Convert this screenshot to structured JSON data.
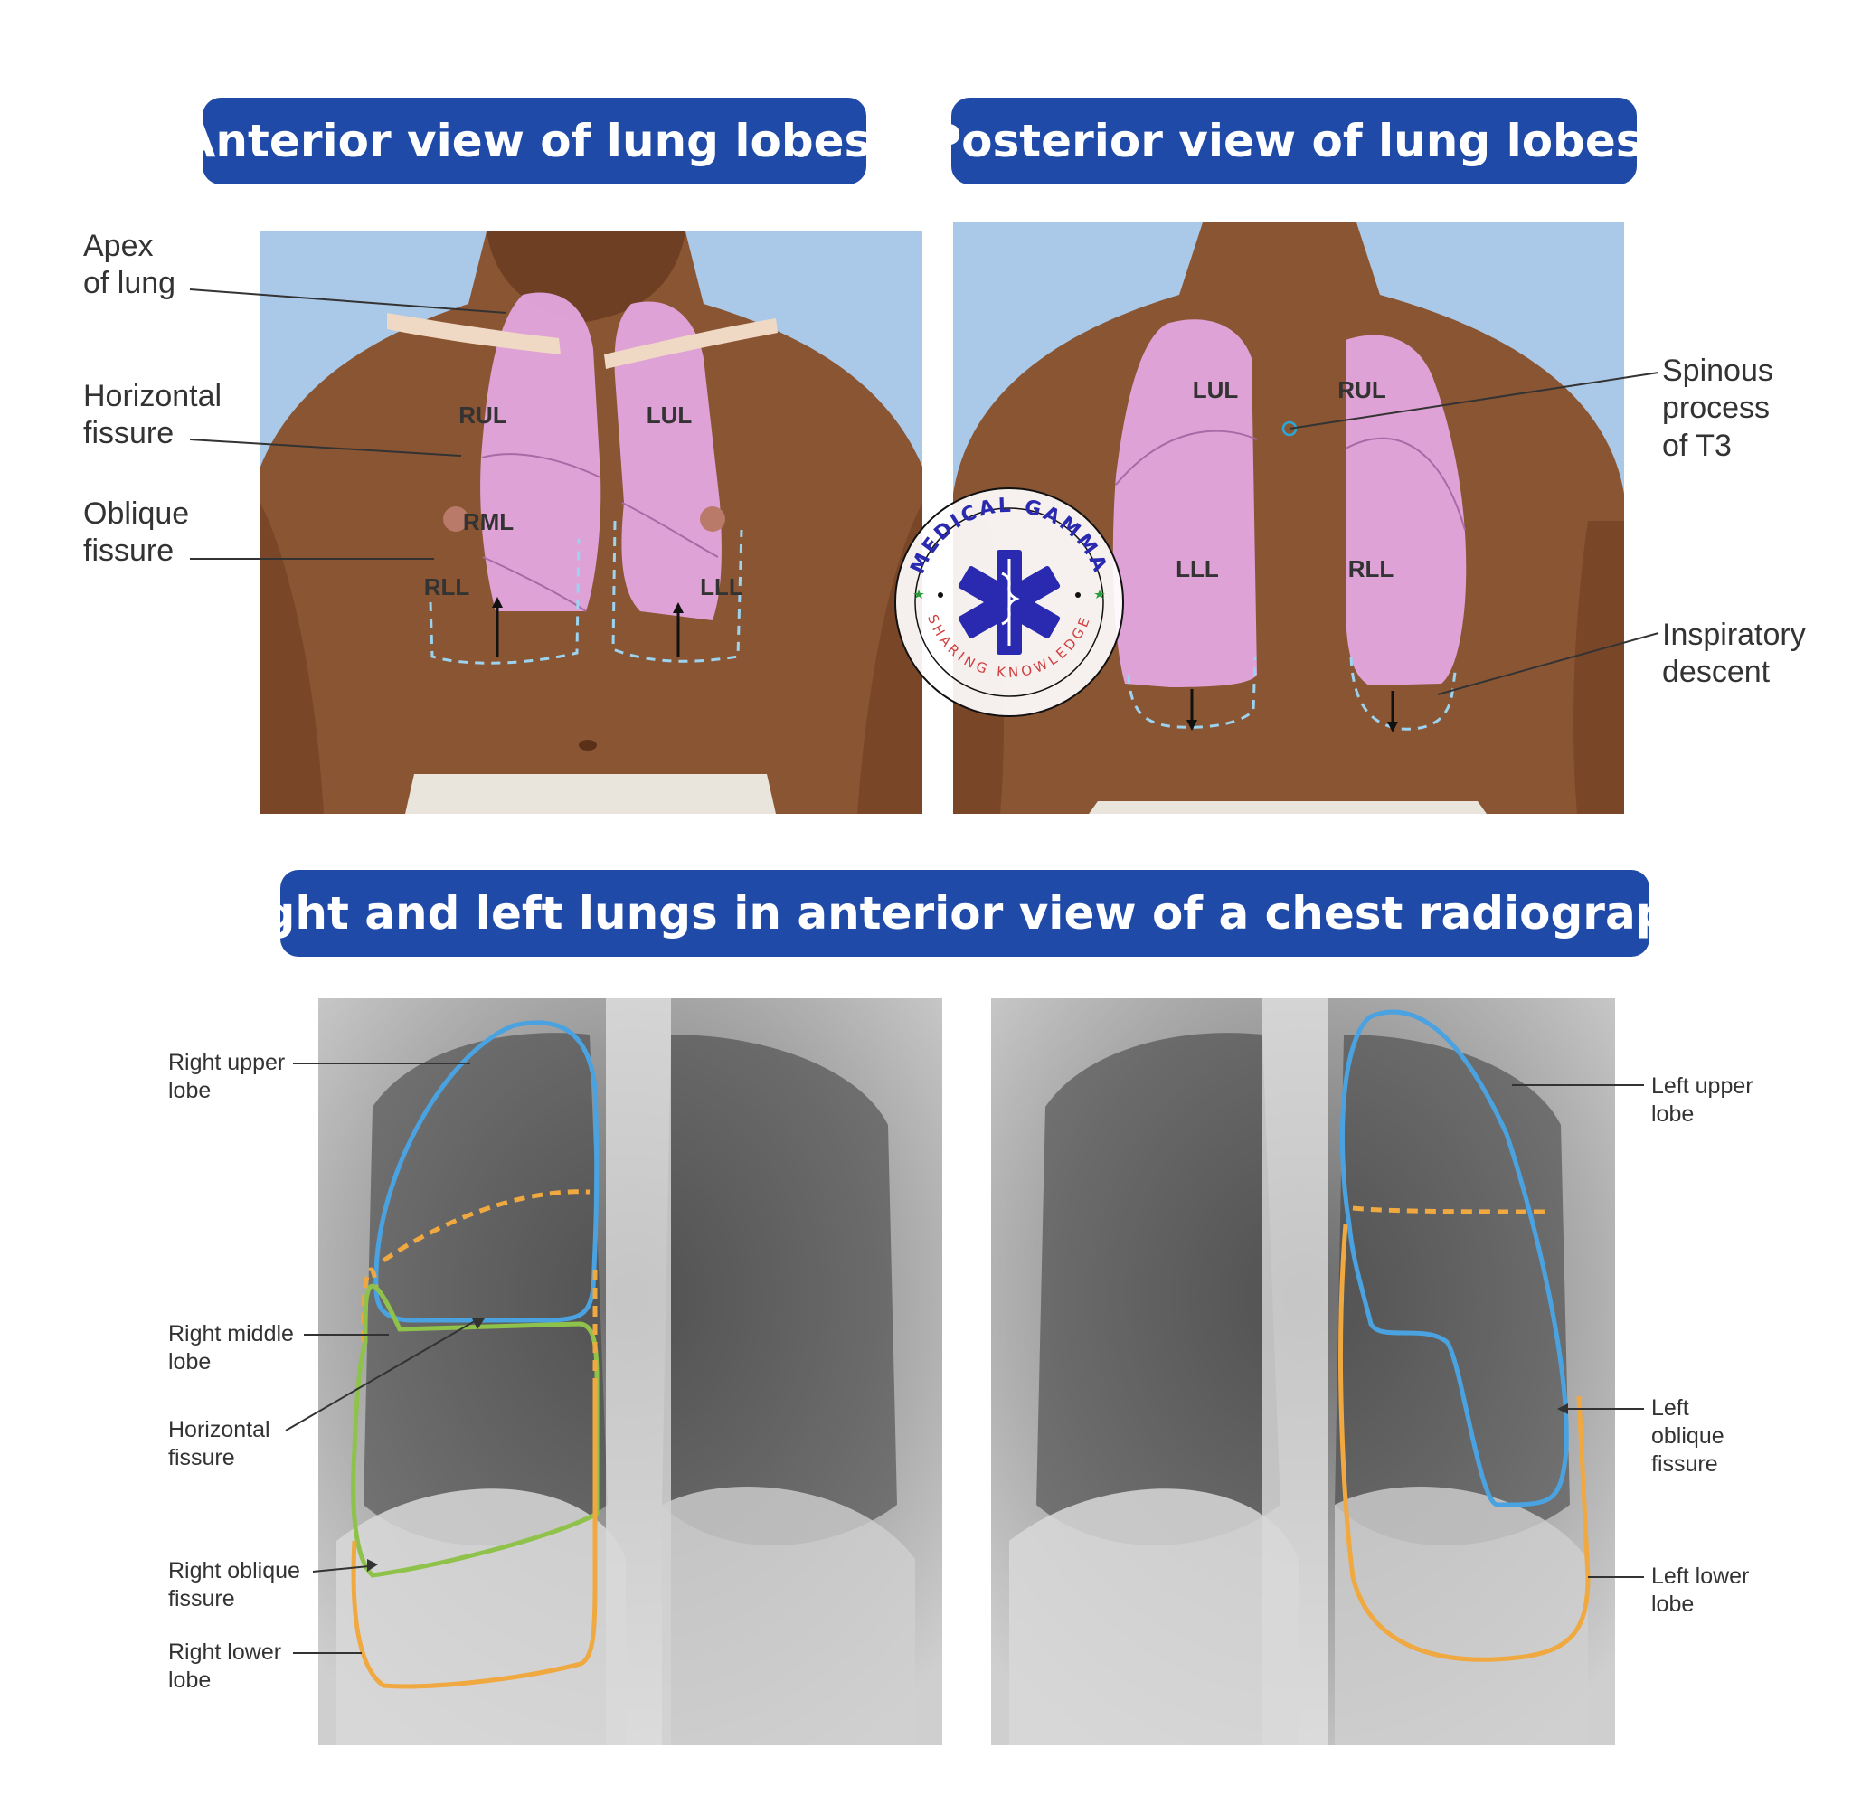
{
  "titles": {
    "anterior": "Anterior view of lung lobes.",
    "posterior": "Posterior view of lung lobes.",
    "radiograph": "Right and left lungs in anterior view of a chest radiograph."
  },
  "anterior": {
    "labels": {
      "apex": "Apex\nof lung",
      "horizontal": "Horizontal\nfissure",
      "oblique": "Oblique\nfissure"
    },
    "lobes": {
      "rul": "RUL",
      "lul": "LUL",
      "rml": "RML",
      "rll": "RLL",
      "lll": "LLL"
    }
  },
  "posterior": {
    "labels": {
      "spinous": "Spinous\nprocess\nof T3",
      "inspiratory": "Inspiratory\ndescent"
    },
    "lobes": {
      "lul": "LUL",
      "rul": "RUL",
      "lll": "LLL",
      "rll": "RLL"
    }
  },
  "radiograph": {
    "right_labels": {
      "rul": "Right upper\nlobe",
      "rml": "Right middle\nlobe",
      "hfissure": "Horizontal\nfissure",
      "roblique": "Right oblique\nfissure",
      "rll": "Right lower\nlobe"
    },
    "left_labels": {
      "lul": "Left upper\nlobe",
      "loblique": "Left\noblique\nfissure",
      "lll": "Left lower\nlobe"
    }
  },
  "logo": {
    "top_text": "MEDICAL GAMMA",
    "bottom_text": "SHARING KNOWLEDGE"
  },
  "colors": {
    "title_bg": "#1f4aa8",
    "background_blue": "#aac9e8",
    "skin": "#8a5533",
    "lung_pink": "#e4a6df",
    "upper_lobe_outline": "#4aa3e0",
    "lower_lobe_outline": "#f0a840",
    "middle_lobe_outline": "#8fc24a"
  }
}
